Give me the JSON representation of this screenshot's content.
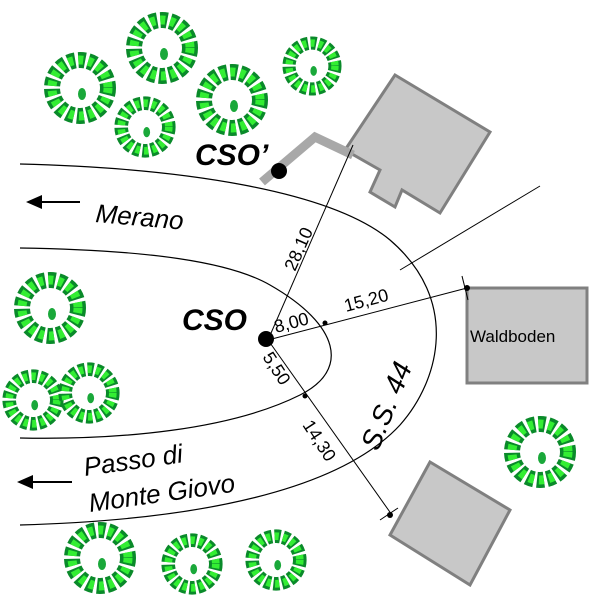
{
  "title": "Site plan around CSO on S.S. 44",
  "labels": {
    "cso_prime": "CSO’",
    "cso": "CSO",
    "road_name": "S.S. 44",
    "merano": "Merano",
    "passo_line1": "Passo di",
    "passo_line2": "Monte Giovo",
    "waldboden": "Waldboden"
  },
  "dimensions": {
    "d1": "28,10",
    "d2": "8,00",
    "d3": "15,20",
    "d4": "5,50",
    "d5": "14,30"
  },
  "icons": {
    "arrow_merano": "arrow-left-icon",
    "arrow_passo": "arrow-left-icon",
    "tree": "tree-icon"
  },
  "colors": {
    "tree_light": "#33ee33",
    "tree_dark": "#0a8a2a",
    "building_fill": "#c8c8c8",
    "building_stroke": "#808080",
    "pipe": "#a8a8a8",
    "line": "#000000"
  }
}
